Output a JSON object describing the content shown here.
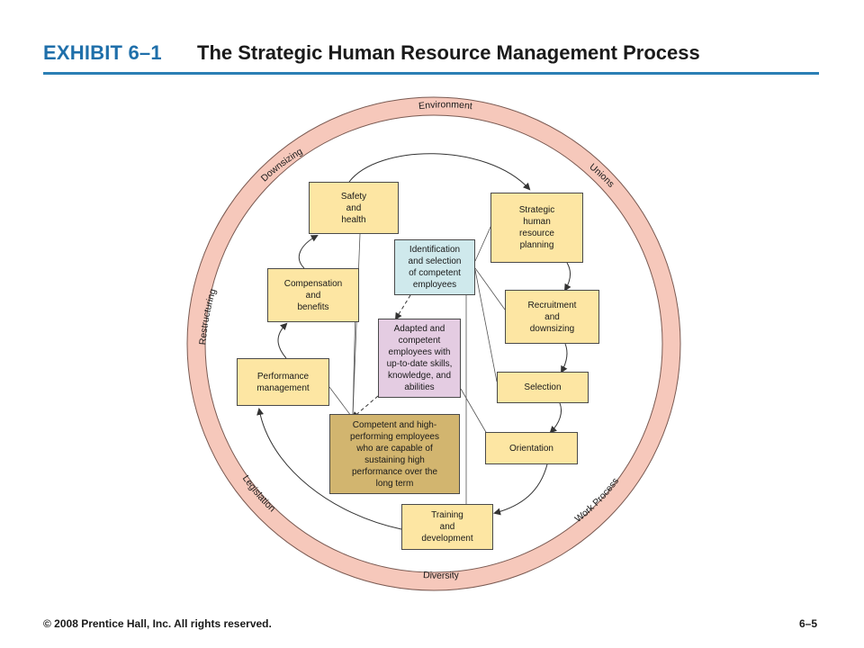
{
  "header": {
    "exhibit": "EXHIBIT 6–1",
    "title": "The Strategic Human Resource Management Process"
  },
  "ring_labels": {
    "environment": "Environment",
    "unions": "Unions",
    "work_process": "Work Process",
    "diversity": "Diversity",
    "legislation": "Legislation",
    "restructuring": "Restructuring",
    "downsizing": "Downsizing"
  },
  "boxes": {
    "safety": "Safety\nand\nhealth",
    "strategic": "Strategic\nhuman\nresource\nplanning",
    "identification": "Identification\nand selection\nof competent\nemployees",
    "compensation": "Compensation\nand\nbenefits",
    "recruitment": "Recruitment\nand\ndownsizing",
    "adapted": "Adapted and\ncompetent\nemployees with\nup-to-date skills,\nknowledge, and\nabilities",
    "performance": "Performance\nmanagement",
    "selection": "Selection",
    "competent": "Competent and high-\nperforming employees\nwho are capable of\nsustaining high\nperformance over the\nlong term",
    "orientation": "Orientation",
    "training": "Training\nand\ndevelopment"
  },
  "colors": {
    "accent_blue": "#2b7fb5",
    "ring": "#f6c8bb",
    "box_yellow": "#fde6a3",
    "box_blue": "#cfe9ec",
    "box_pink": "#e4cce2",
    "box_tan": "#d2b56f"
  },
  "footer": {
    "copyright": "© 2008 Prentice Hall, Inc. All rights reserved.",
    "page": "6–5"
  }
}
